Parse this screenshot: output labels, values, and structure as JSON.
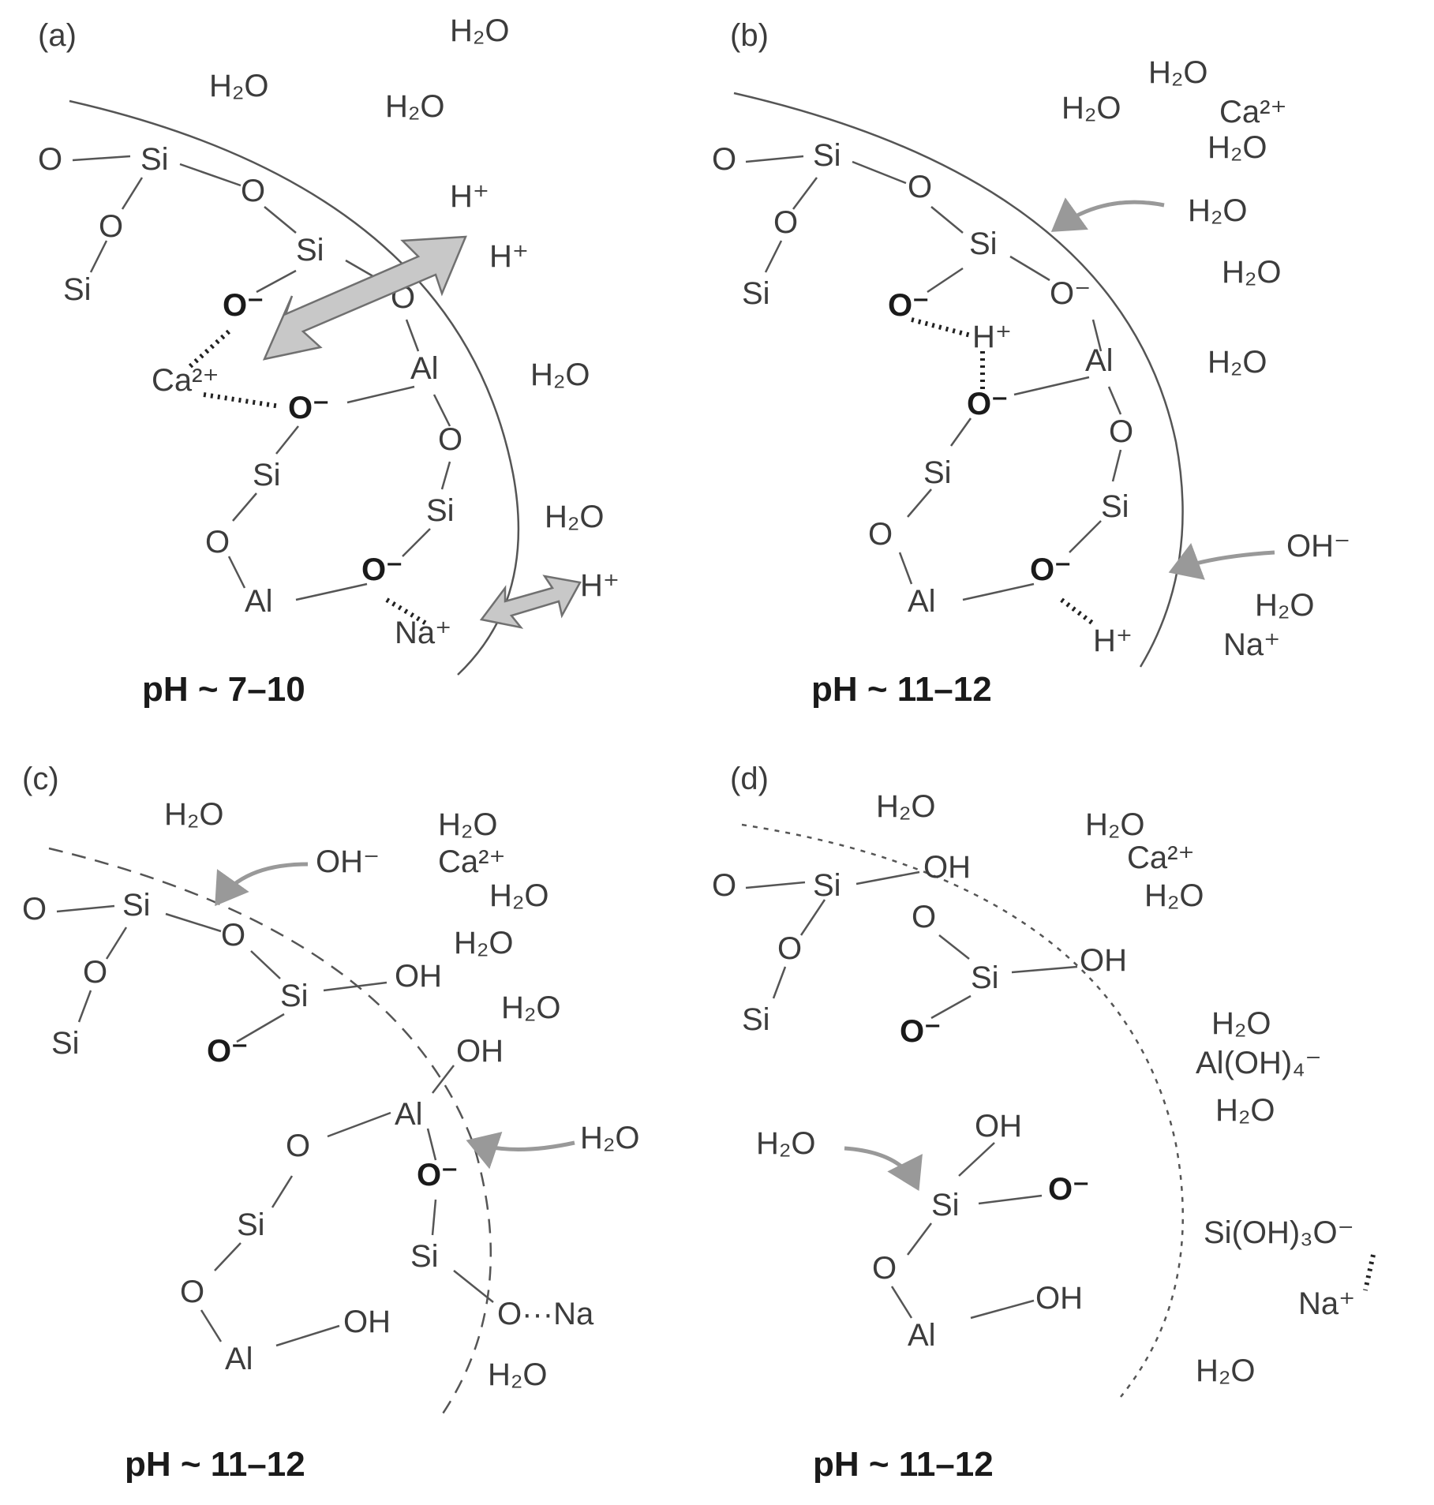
{
  "panels": [
    {
      "id": "a",
      "label": "(a)",
      "ph": "pH ~ 7–10"
    },
    {
      "id": "b",
      "label": "(b)",
      "ph": "pH ~ 11–12"
    },
    {
      "id": "c",
      "label": "(c)",
      "ph": "pH ~ 11–12"
    },
    {
      "id": "d",
      "label": "(d)",
      "ph": "pH ~ 11–12"
    }
  ],
  "species": {
    "water": "H₂O",
    "proton": "H⁺",
    "calcium": "Ca²⁺",
    "sodium_ion": "Na⁺",
    "hydroxide": "OH⁻",
    "oxide_anion": "O⁻",
    "hydroxyl": "OH",
    "oxygen": "O",
    "silicon": "Si",
    "aluminium": "Al",
    "sodium": "Na",
    "ox_na": "O···Na",
    "aluminate": "Al(OH)₄⁻",
    "silicate": "Si(OH)₃O⁻"
  },
  "colors": {
    "text": "#3c3c3c",
    "bold_text": "#1a1a1a",
    "line": "#555555",
    "arrow": "#999999",
    "double_arrow_fill": "#c8c8c8"
  }
}
